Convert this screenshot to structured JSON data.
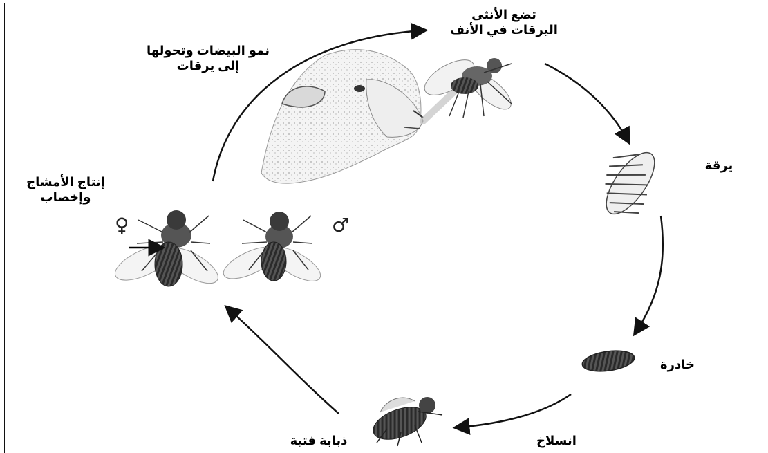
{
  "labels": {
    "female_lays_larvae": [
      "تضع الأنثى",
      "اليرقات في الأنف"
    ],
    "eggs_develop": [
      "نمو البيضات وتحولها",
      "إلى يرقات"
    ],
    "larva": "يرقة",
    "gametes_fertilization": [
      "إنتاج الأمشاج",
      "وإخصاب"
    ],
    "pupa": "خادرة",
    "molting": "انسلاخ",
    "young_fly": "ذبابة فتية"
  },
  "symbols": {
    "female": "♀",
    "male": "♂"
  }
}
